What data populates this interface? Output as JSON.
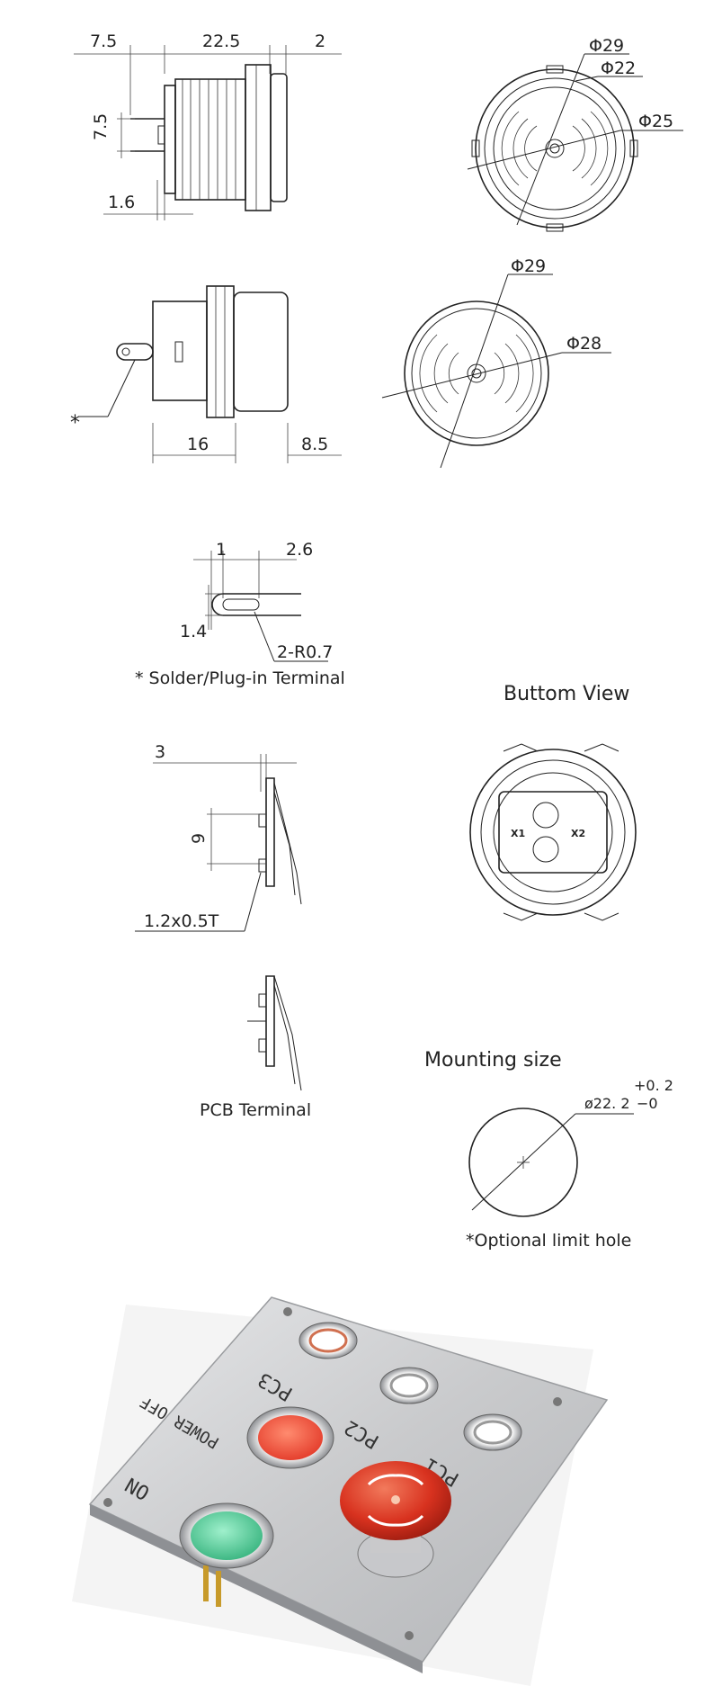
{
  "side_view": {
    "dim_7_5_top": "7.5",
    "dim_22_5": "22.5",
    "dim_2": "2",
    "dim_7_5_left": "7.5",
    "dim_1_6": "1.6"
  },
  "front_view_top": {
    "dia_29": "Φ29",
    "dia_22": "Φ22",
    "dia_25": "Φ25"
  },
  "side_view_2": {
    "asterisk": "*",
    "dim_16": "16",
    "dim_8_5": "8.5"
  },
  "front_view_2": {
    "dia_29": "Φ29",
    "dia_28": "Φ28"
  },
  "solder_terminal": {
    "dim_1": "1",
    "dim_2_6": "2.6",
    "dim_1_4": "1.4",
    "radius": "2-R0.7",
    "caption": "* Solder/Plug-in Terminal"
  },
  "bottom_view": {
    "title": "Buttom View",
    "x1": "X1",
    "x2": "X2"
  },
  "pcb_terminal": {
    "dim_3": "3",
    "dim_9": "9",
    "dim_thickness": "1.2x0.5T",
    "caption": "PCB Terminal"
  },
  "mounting": {
    "title": "Mounting size",
    "dia": "ø22. 2",
    "tol_plus": "+0. 2",
    "tol_minus": "−0",
    "note": "*Optional limit hole"
  },
  "panel_photo": {
    "labels": [
      "ON",
      "POWER OFF",
      "PC3",
      "PC2",
      "PC1"
    ],
    "colors": {
      "green_button": "#5ccf9e",
      "red_button": "#ef4a3a",
      "estop": "#d8321f",
      "panel": "#c9cacc"
    }
  }
}
